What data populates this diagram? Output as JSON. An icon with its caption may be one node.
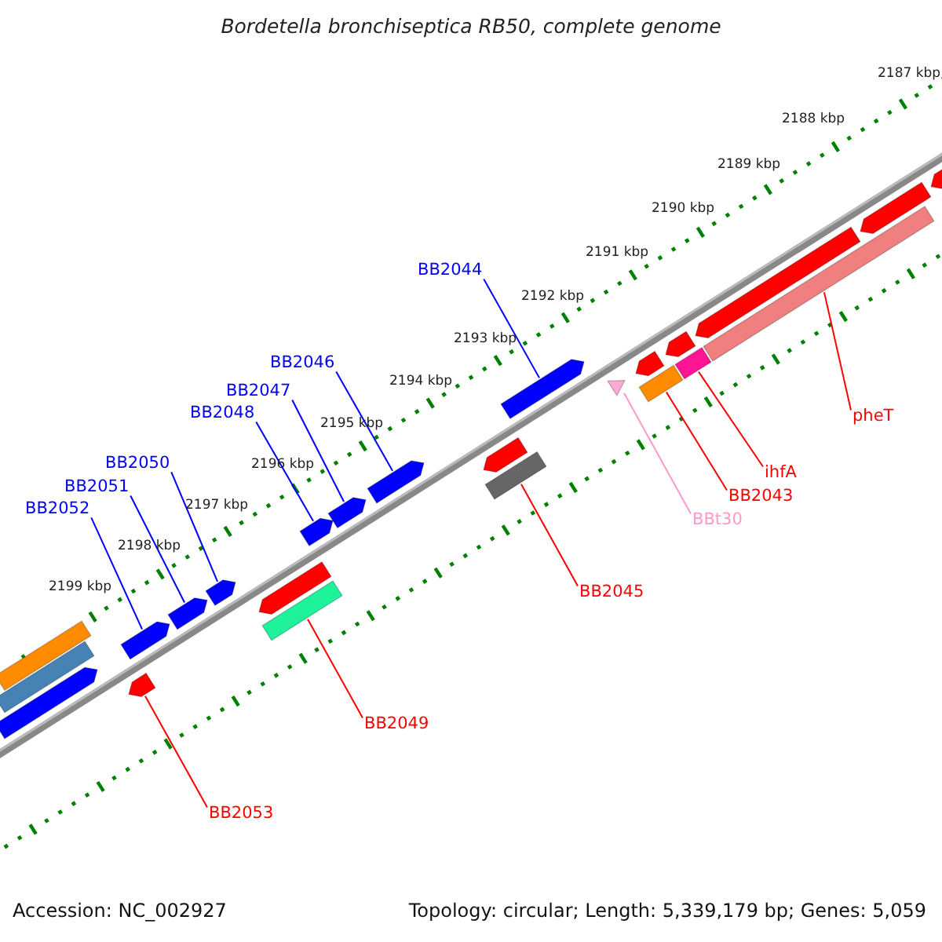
{
  "diagram": {
    "title": "Bordetella bronchiseptica RB50, complete genome",
    "nodes": [
      {
        "text": [
          "BB2044"
        ]
      },
      {
        "text": [
          "BB2046"
        ]
      },
      {
        "text": [
          "BB2047"
        ]
      },
      {
        "text": [
          "BB2048"
        ]
      },
      {
        "text": [
          "pheT"
        ]
      },
      {
        "text": [
          "BB2050"
        ]
      },
      {
        "text": [
          "ihfA"
        ]
      },
      {
        "text": [
          "BB2051"
        ]
      },
      {
        "text": [
          "BB2043"
        ]
      },
      {
        "text": [
          "BB2052"
        ]
      },
      {
        "text": [
          "BBt30"
        ]
      },
      {
        "text": [
          "BB2045"
        ]
      },
      {
        "text": [
          "BB2049"
        ]
      },
      {
        "text": [
          "BB2053"
        ]
      },
      {
        "text": [],
        "shape": "box"
      },
      {
        "text": [],
        "shape": "box"
      },
      {
        "text": [],
        "shape": "arrow"
      },
      {
        "text": [],
        "shape": "arrow"
      },
      {
        "text": [],
        "shape": "arrow"
      },
      {
        "text": [],
        "shape": "arrow"
      },
      {
        "text": [],
        "shape": "arrow"
      },
      {
        "text": [],
        "shape": "arrow"
      },
      {
        "text": [],
        "shape": "box"
      },
      {
        "text": [],
        "shape": "arrow"
      },
      {
        "text": [],
        "shape": "arrow"
      },
      {
        "text": [],
        "shape": "arrow"
      },
      {
        "text": [],
        "shape": "arrow"
      },
      {
        "text": [],
        "shape": "box"
      },
      {
        "text": [],
        "shape": "arrow"
      },
      {
        "text": [],
        "shape": "triangle"
      },
      {
        "text": [],
        "shape": "arrow"
      },
      {
        "text": [],
        "shape": "box"
      },
      {
        "text": [],
        "shape": "arrow"
      },
      {
        "text": [],
        "shape": "box"
      },
      {
        "text": [],
        "shape": "arrow"
      },
      {
        "text": [],
        "shape": "box"
      },
      {
        "text": [],
        "shape": "arrow"
      },
      {
        "text": [],
        "shape": "arrow"
      }
    ],
    "edges": [
      {
        "from": 0,
        "to": 28,
        "arrow": "none"
      },
      {
        "from": 1,
        "to": 25,
        "arrow": "none"
      },
      {
        "from": 2,
        "to": 24,
        "arrow": "none"
      },
      {
        "from": 3,
        "to": 23,
        "arrow": "none"
      },
      {
        "from": 4,
        "to": 35,
        "arrow": "none",
        "color": "#ff0000"
      },
      {
        "from": 5,
        "to": 20,
        "arrow": "none"
      },
      {
        "from": 6,
        "to": 33,
        "arrow": "none",
        "color": "#ff0000"
      },
      {
        "from": 7,
        "to": 19,
        "arrow": "none"
      },
      {
        "from": 8,
        "to": 31,
        "arrow": "none",
        "color": "#ff0000"
      },
      {
        "from": 9,
        "to": 17,
        "arrow": "none"
      },
      {
        "from": 10,
        "to": 29,
        "arrow": "none",
        "color": "#ff99cc"
      },
      {
        "from": 11,
        "to": 27,
        "arrow": "none",
        "color": "#ff0000"
      },
      {
        "from": 12,
        "to": 22,
        "arrow": "none",
        "color": "#ff0000"
      },
      {
        "from": 13,
        "to": 18,
        "arrow": "none",
        "color": "#ff0000"
      }
    ],
    "labels": [
      "2187 kbp",
      "2188 kbp",
      "2189 kbp",
      "2190 kbp",
      "2191 kbp",
      "2192 kbp",
      "2193 kbp",
      "2194 kbp",
      "2195 kbp",
      "2196 kbp",
      "2197 kbp",
      "2198 kbp",
      "2199 kbp",
      "Accession: NC_002927",
      "Topology: circular; Length: 5,339,179 bp; Genes: 5,059"
    ]
  }
}
